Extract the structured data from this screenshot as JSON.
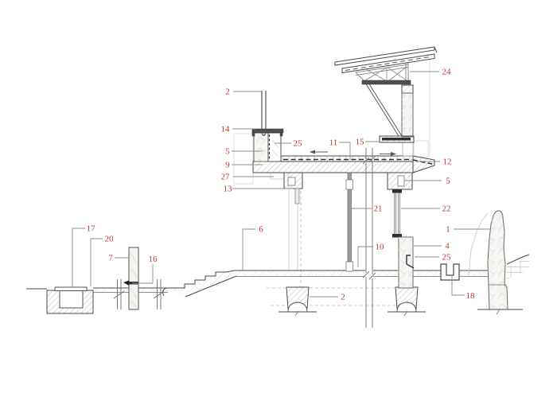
{
  "drawing": {
    "type": "architectural cross-section detail drawing",
    "callouts": [
      {
        "id": "2-top",
        "label": "2"
      },
      {
        "id": "14",
        "label": "14"
      },
      {
        "id": "5-left",
        "label": "5"
      },
      {
        "id": "9",
        "label": "9"
      },
      {
        "id": "27",
        "label": "27"
      },
      {
        "id": "13",
        "label": "13"
      },
      {
        "id": "25-parapet",
        "label": "25"
      },
      {
        "id": "11",
        "label": "11"
      },
      {
        "id": "15",
        "label": "15"
      },
      {
        "id": "24",
        "label": "24"
      },
      {
        "id": "12",
        "label": "12"
      },
      {
        "id": "5-right",
        "label": "5"
      },
      {
        "id": "21",
        "label": "21"
      },
      {
        "id": "22",
        "label": "22"
      },
      {
        "id": "1",
        "label": "1"
      },
      {
        "id": "4",
        "label": "4"
      },
      {
        "id": "25-right",
        "label": "25"
      },
      {
        "id": "10",
        "label": "10"
      },
      {
        "id": "6",
        "label": "6"
      },
      {
        "id": "17",
        "label": "17"
      },
      {
        "id": "20",
        "label": "20"
      },
      {
        "id": "7",
        "label": "7"
      },
      {
        "id": "16",
        "label": "16"
      },
      {
        "id": "2-footing",
        "label": "2"
      },
      {
        "id": "18",
        "label": "18"
      }
    ]
  },
  "colors": {
    "background": "#ffffff",
    "callout_text": "#b8392f",
    "leader_line": "#8d8d8d",
    "drawing_line": "#4a4a4a",
    "light_line": "#d8d5cf"
  }
}
